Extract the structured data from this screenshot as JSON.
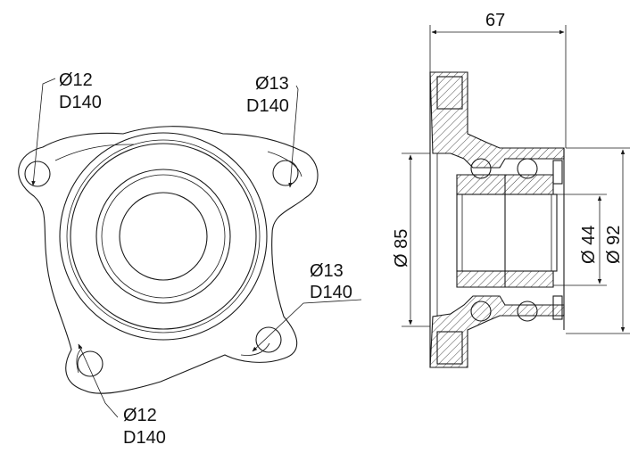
{
  "front_view": {
    "holes": [
      {
        "id": "hole-top-left",
        "diameter": "Ø12",
        "pcd": "D140"
      },
      {
        "id": "hole-top-right",
        "diameter": "Ø13",
        "pcd": "D140"
      },
      {
        "id": "hole-bottom-right",
        "diameter": "Ø13",
        "pcd": "D140"
      },
      {
        "id": "hole-bottom-left",
        "diameter": "Ø12",
        "pcd": "D140"
      }
    ]
  },
  "section_view": {
    "width_label": "67",
    "outer_seat_label": "Ø 85",
    "bore_label": "Ø 44",
    "pilot_label": "Ø 92"
  }
}
